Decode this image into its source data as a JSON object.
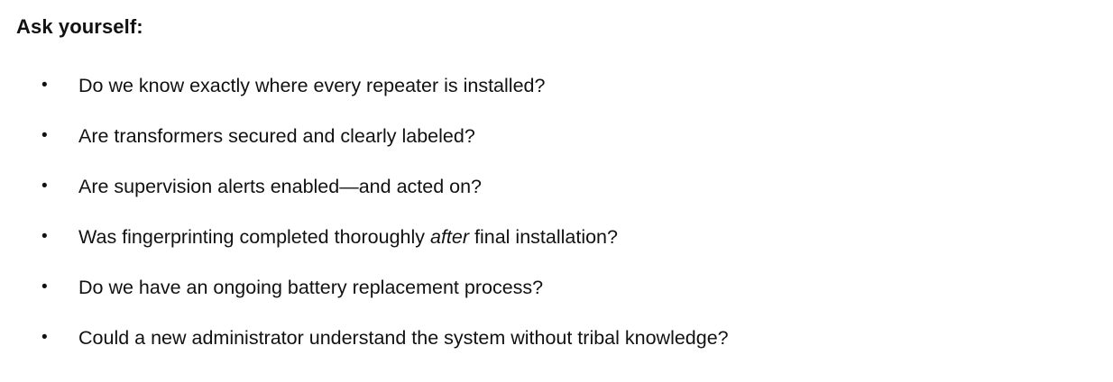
{
  "document": {
    "heading": "Ask yourself:",
    "bullet_marker": "•",
    "colors": {
      "text": "#111111",
      "background": "#ffffff"
    },
    "items": [
      {
        "id": "repeater-location",
        "before": "Do we know exactly where every repeater is installed?",
        "emphasis": "",
        "after": ""
      },
      {
        "id": "transformers-secured",
        "before": "Are transformers secured and clearly labeled?",
        "emphasis": "",
        "after": ""
      },
      {
        "id": "supervision-alerts",
        "before": "Are supervision alerts enabled—and acted on?",
        "emphasis": "",
        "after": ""
      },
      {
        "id": "fingerprinting-after-install",
        "before": "Was fingerprinting completed thoroughly ",
        "emphasis": "after",
        "after": " final installation?"
      },
      {
        "id": "battery-replacement",
        "before": "Do we have an ongoing battery replacement process?",
        "emphasis": "",
        "after": ""
      },
      {
        "id": "new-administrator-understanding",
        "before": "Could a new administrator understand the system without tribal knowledge?",
        "emphasis": "",
        "after": ""
      }
    ]
  }
}
